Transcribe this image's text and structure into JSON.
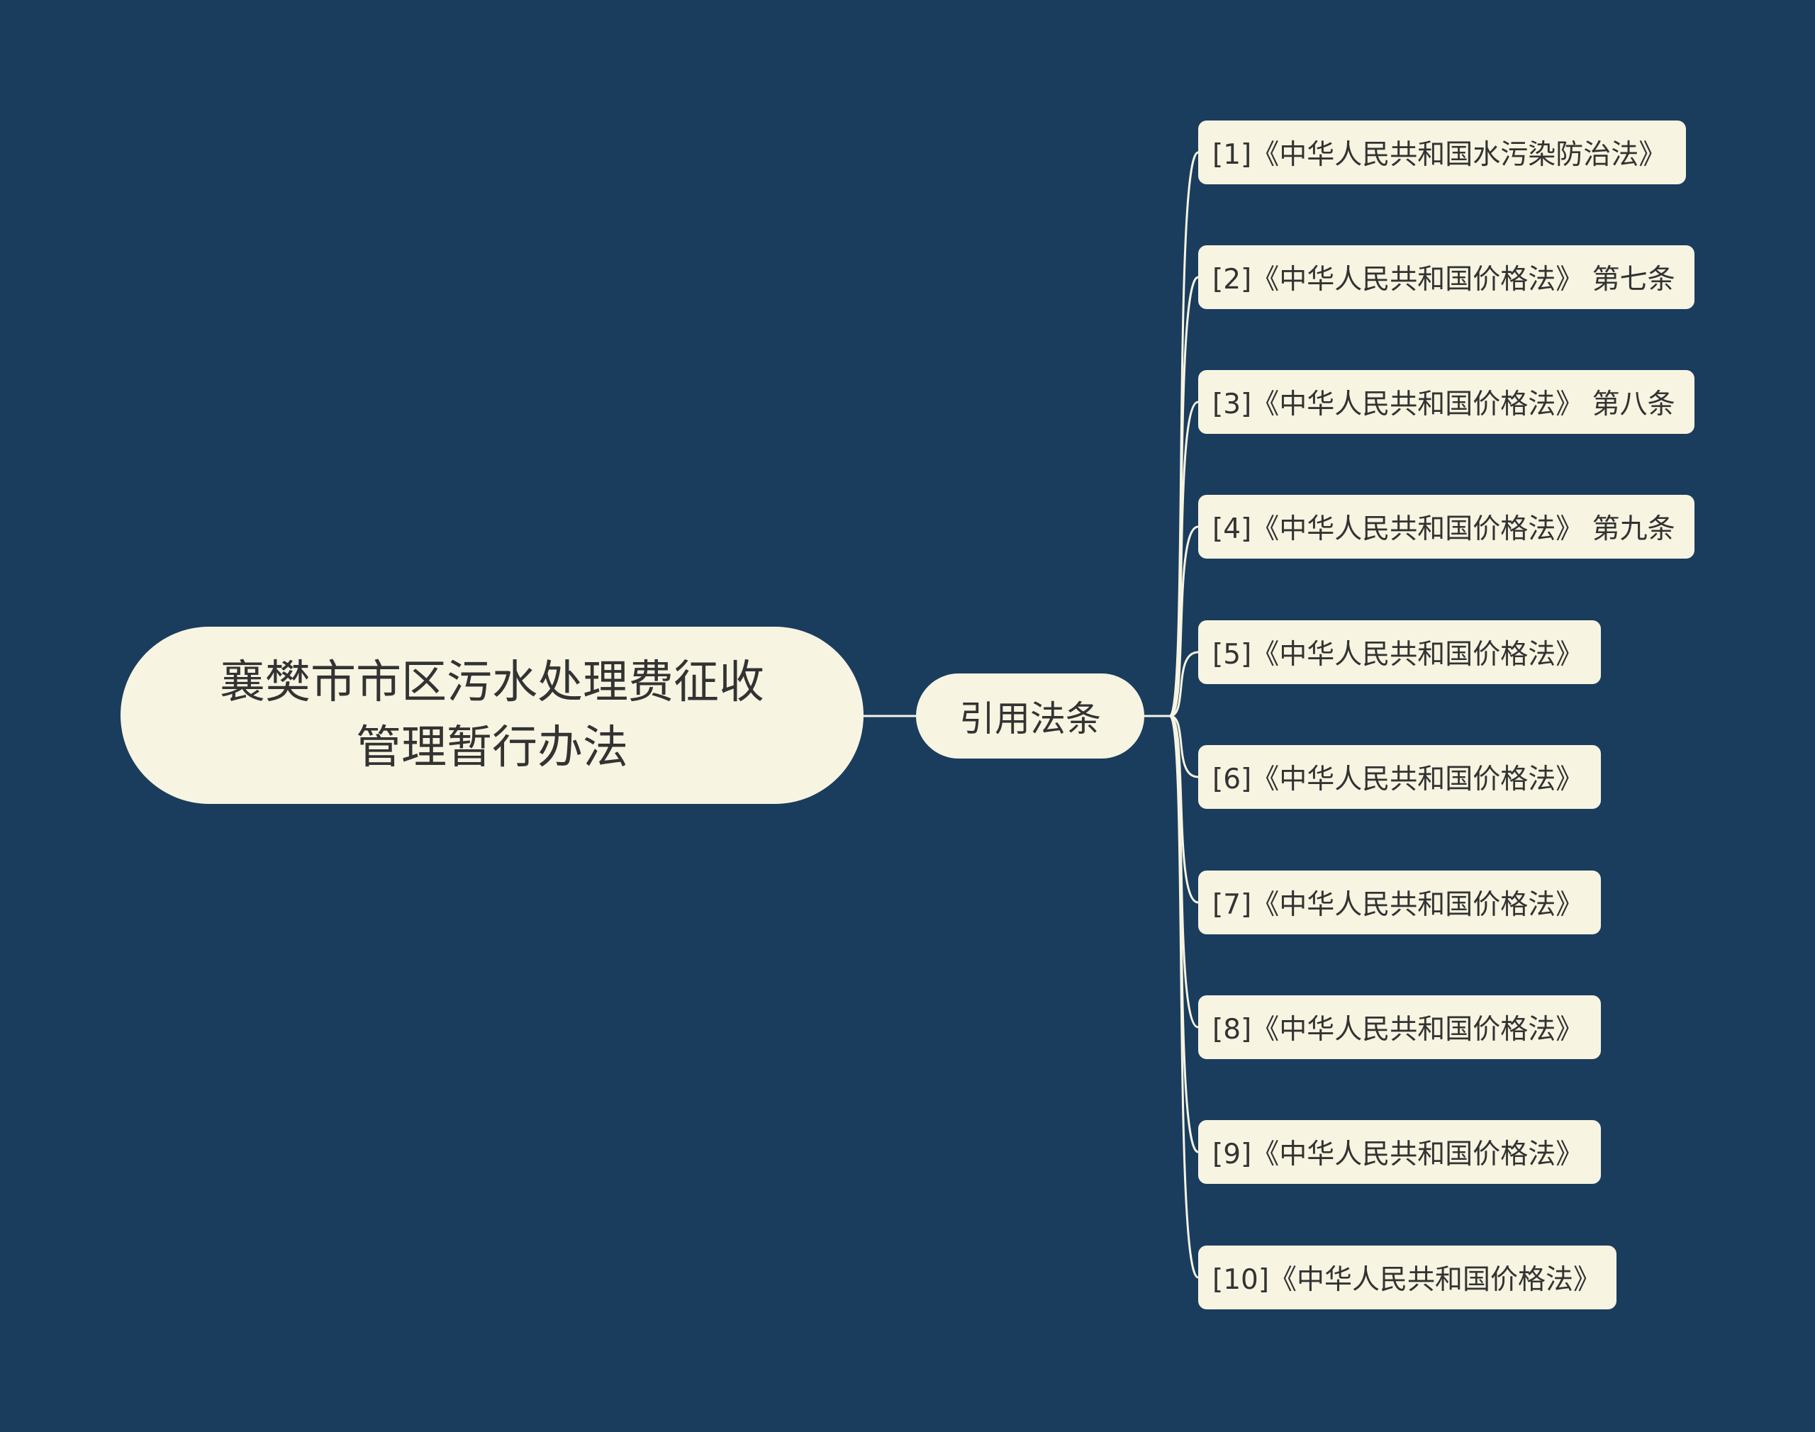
{
  "colors": {
    "background": "#1a3d5e",
    "node_fill": "#f7f4e1",
    "connector": "#f7f4e1",
    "text": "#333333"
  },
  "root": {
    "title": "襄樊市市区污水处理费征收管理暂行办法"
  },
  "branch": {
    "label": "引用法条"
  },
  "leaves": [
    {
      "label": "[1]《中华人民共和国水污染防治法》"
    },
    {
      "label": "[2]《中华人民共和国价格法》 第七条"
    },
    {
      "label": "[3]《中华人民共和国价格法》 第八条"
    },
    {
      "label": "[4]《中华人民共和国价格法》 第九条"
    },
    {
      "label": "[5]《中华人民共和国价格法》"
    },
    {
      "label": "[6]《中华人民共和国价格法》"
    },
    {
      "label": "[7]《中华人民共和国价格法》"
    },
    {
      "label": "[8]《中华人民共和国价格法》"
    },
    {
      "label": "[9]《中华人民共和国价格法》"
    },
    {
      "label": "[10]《中华人民共和国价格法》"
    }
  ]
}
